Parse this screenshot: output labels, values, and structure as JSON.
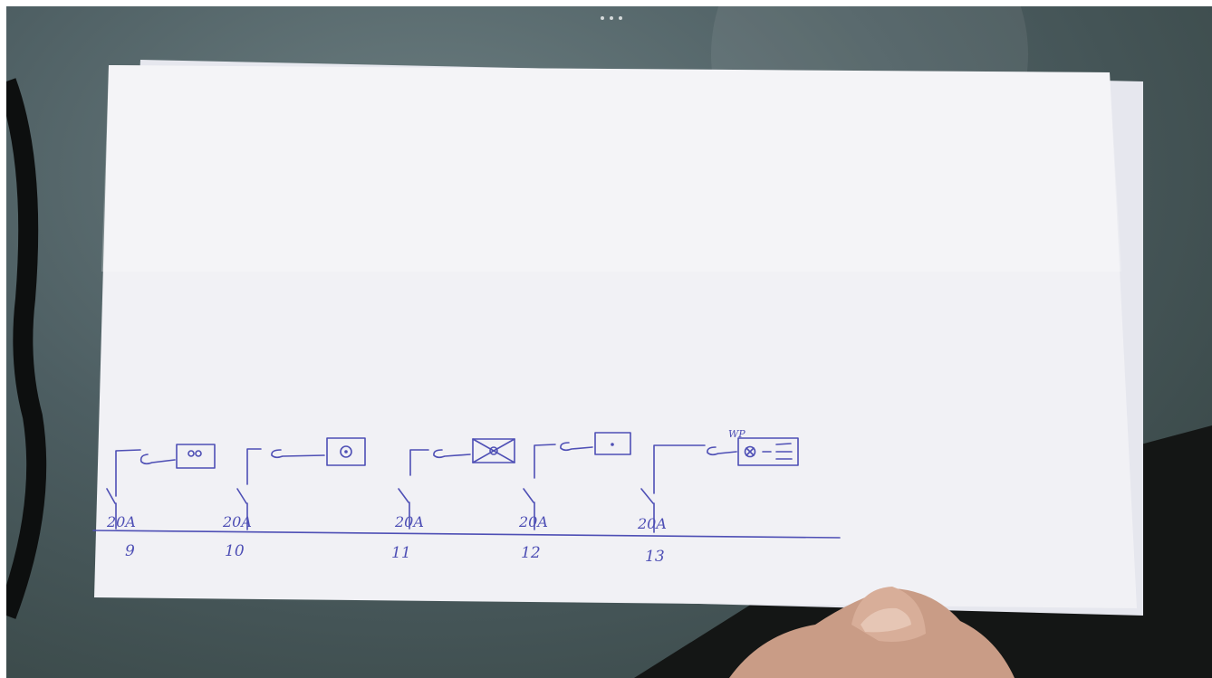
{
  "photo": {
    "subject": "hand-drawn single-line electrical diagram on paper",
    "colors": {
      "paper": "#f1f1f5",
      "ink": "#4e4fb5",
      "background": "#4d5e62"
    }
  },
  "diagram": {
    "circuits": [
      {
        "number": "9",
        "rating": "20A",
        "device": "double-socket-symbol"
      },
      {
        "number": "10",
        "rating": "20A",
        "device": "socket-symbol"
      },
      {
        "number": "11",
        "rating": "20A",
        "device": "crossed-box-symbol"
      },
      {
        "number": "12",
        "rating": "20A",
        "device": "single-outlet-symbol"
      },
      {
        "number": "13",
        "rating": "20A",
        "device": "weatherproof-outlet-symbol",
        "tag": "WP"
      }
    ]
  }
}
